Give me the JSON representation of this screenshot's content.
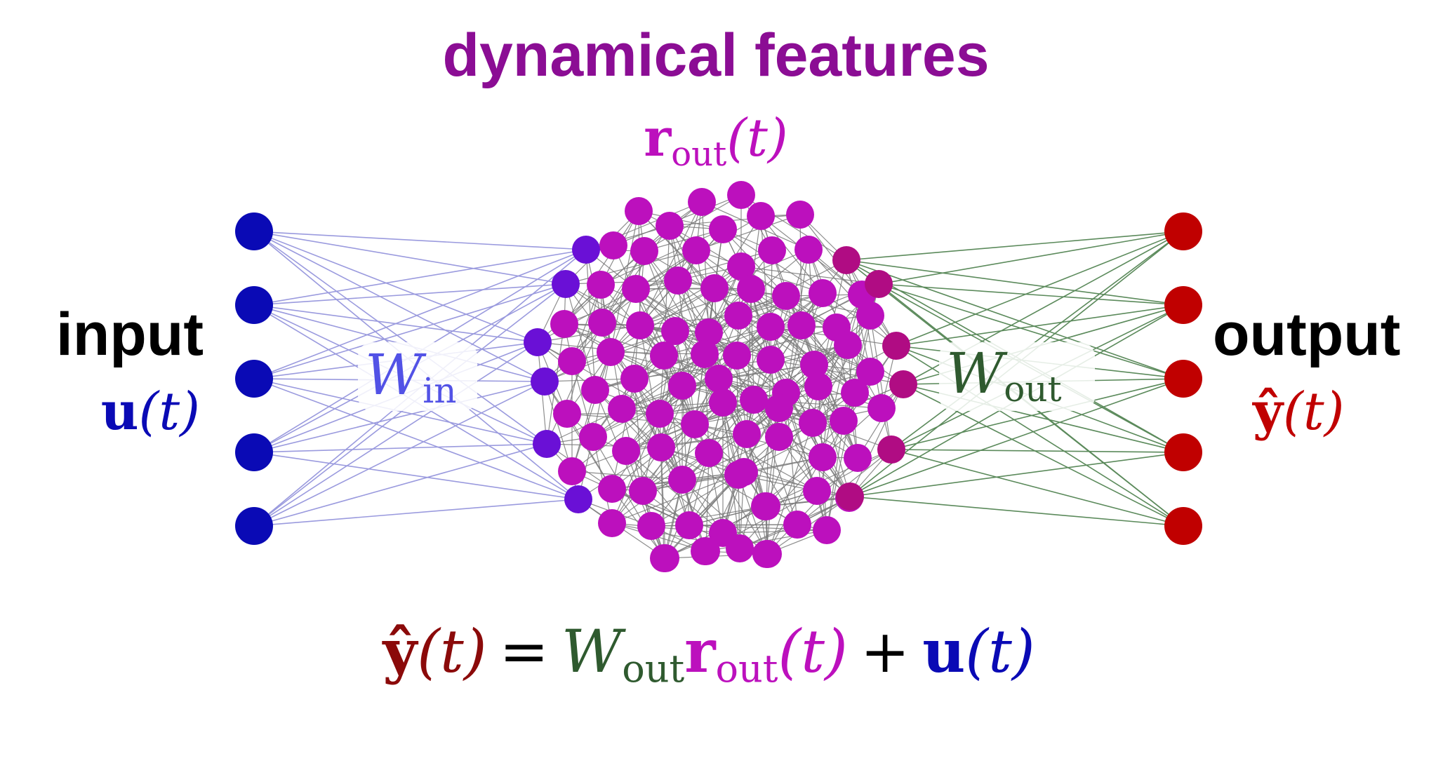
{
  "title": "dynamical features",
  "colors": {
    "title": "#8b0d94",
    "input": "#0a0ab5",
    "input_edge": "#9a9ade",
    "in_boundary": "#6a10d6",
    "reservoir": "#bc10bd",
    "out_boundary": "#b00c83",
    "output": "#c00000",
    "output_edge": "#5b8a5b",
    "win": "#5252e6",
    "wout": "#2f5a2f",
    "yhat": "#8b0a0a",
    "black": "#000000",
    "reservoir_edge": "#7a7a7a"
  },
  "reservoir_state": {
    "var": "r",
    "sub": "out",
    "arg": "(t)"
  },
  "input": {
    "label": "input",
    "var": "u",
    "arg": "(t)"
  },
  "output": {
    "label": "output",
    "var": "ŷ",
    "arg": "(t)"
  },
  "w_in": {
    "var": "W",
    "sub": "in"
  },
  "w_out": {
    "var": "W",
    "sub": "out"
  },
  "equation": {
    "lhs": "ŷ",
    "lhs_arg": "(t)",
    "eq": "=",
    "w": "W",
    "w_sub": "out",
    "r": "r",
    "r_sub": "out",
    "r_arg": "(t)",
    "plus": "+",
    "u": "u",
    "u_arg": "(t)"
  }
}
